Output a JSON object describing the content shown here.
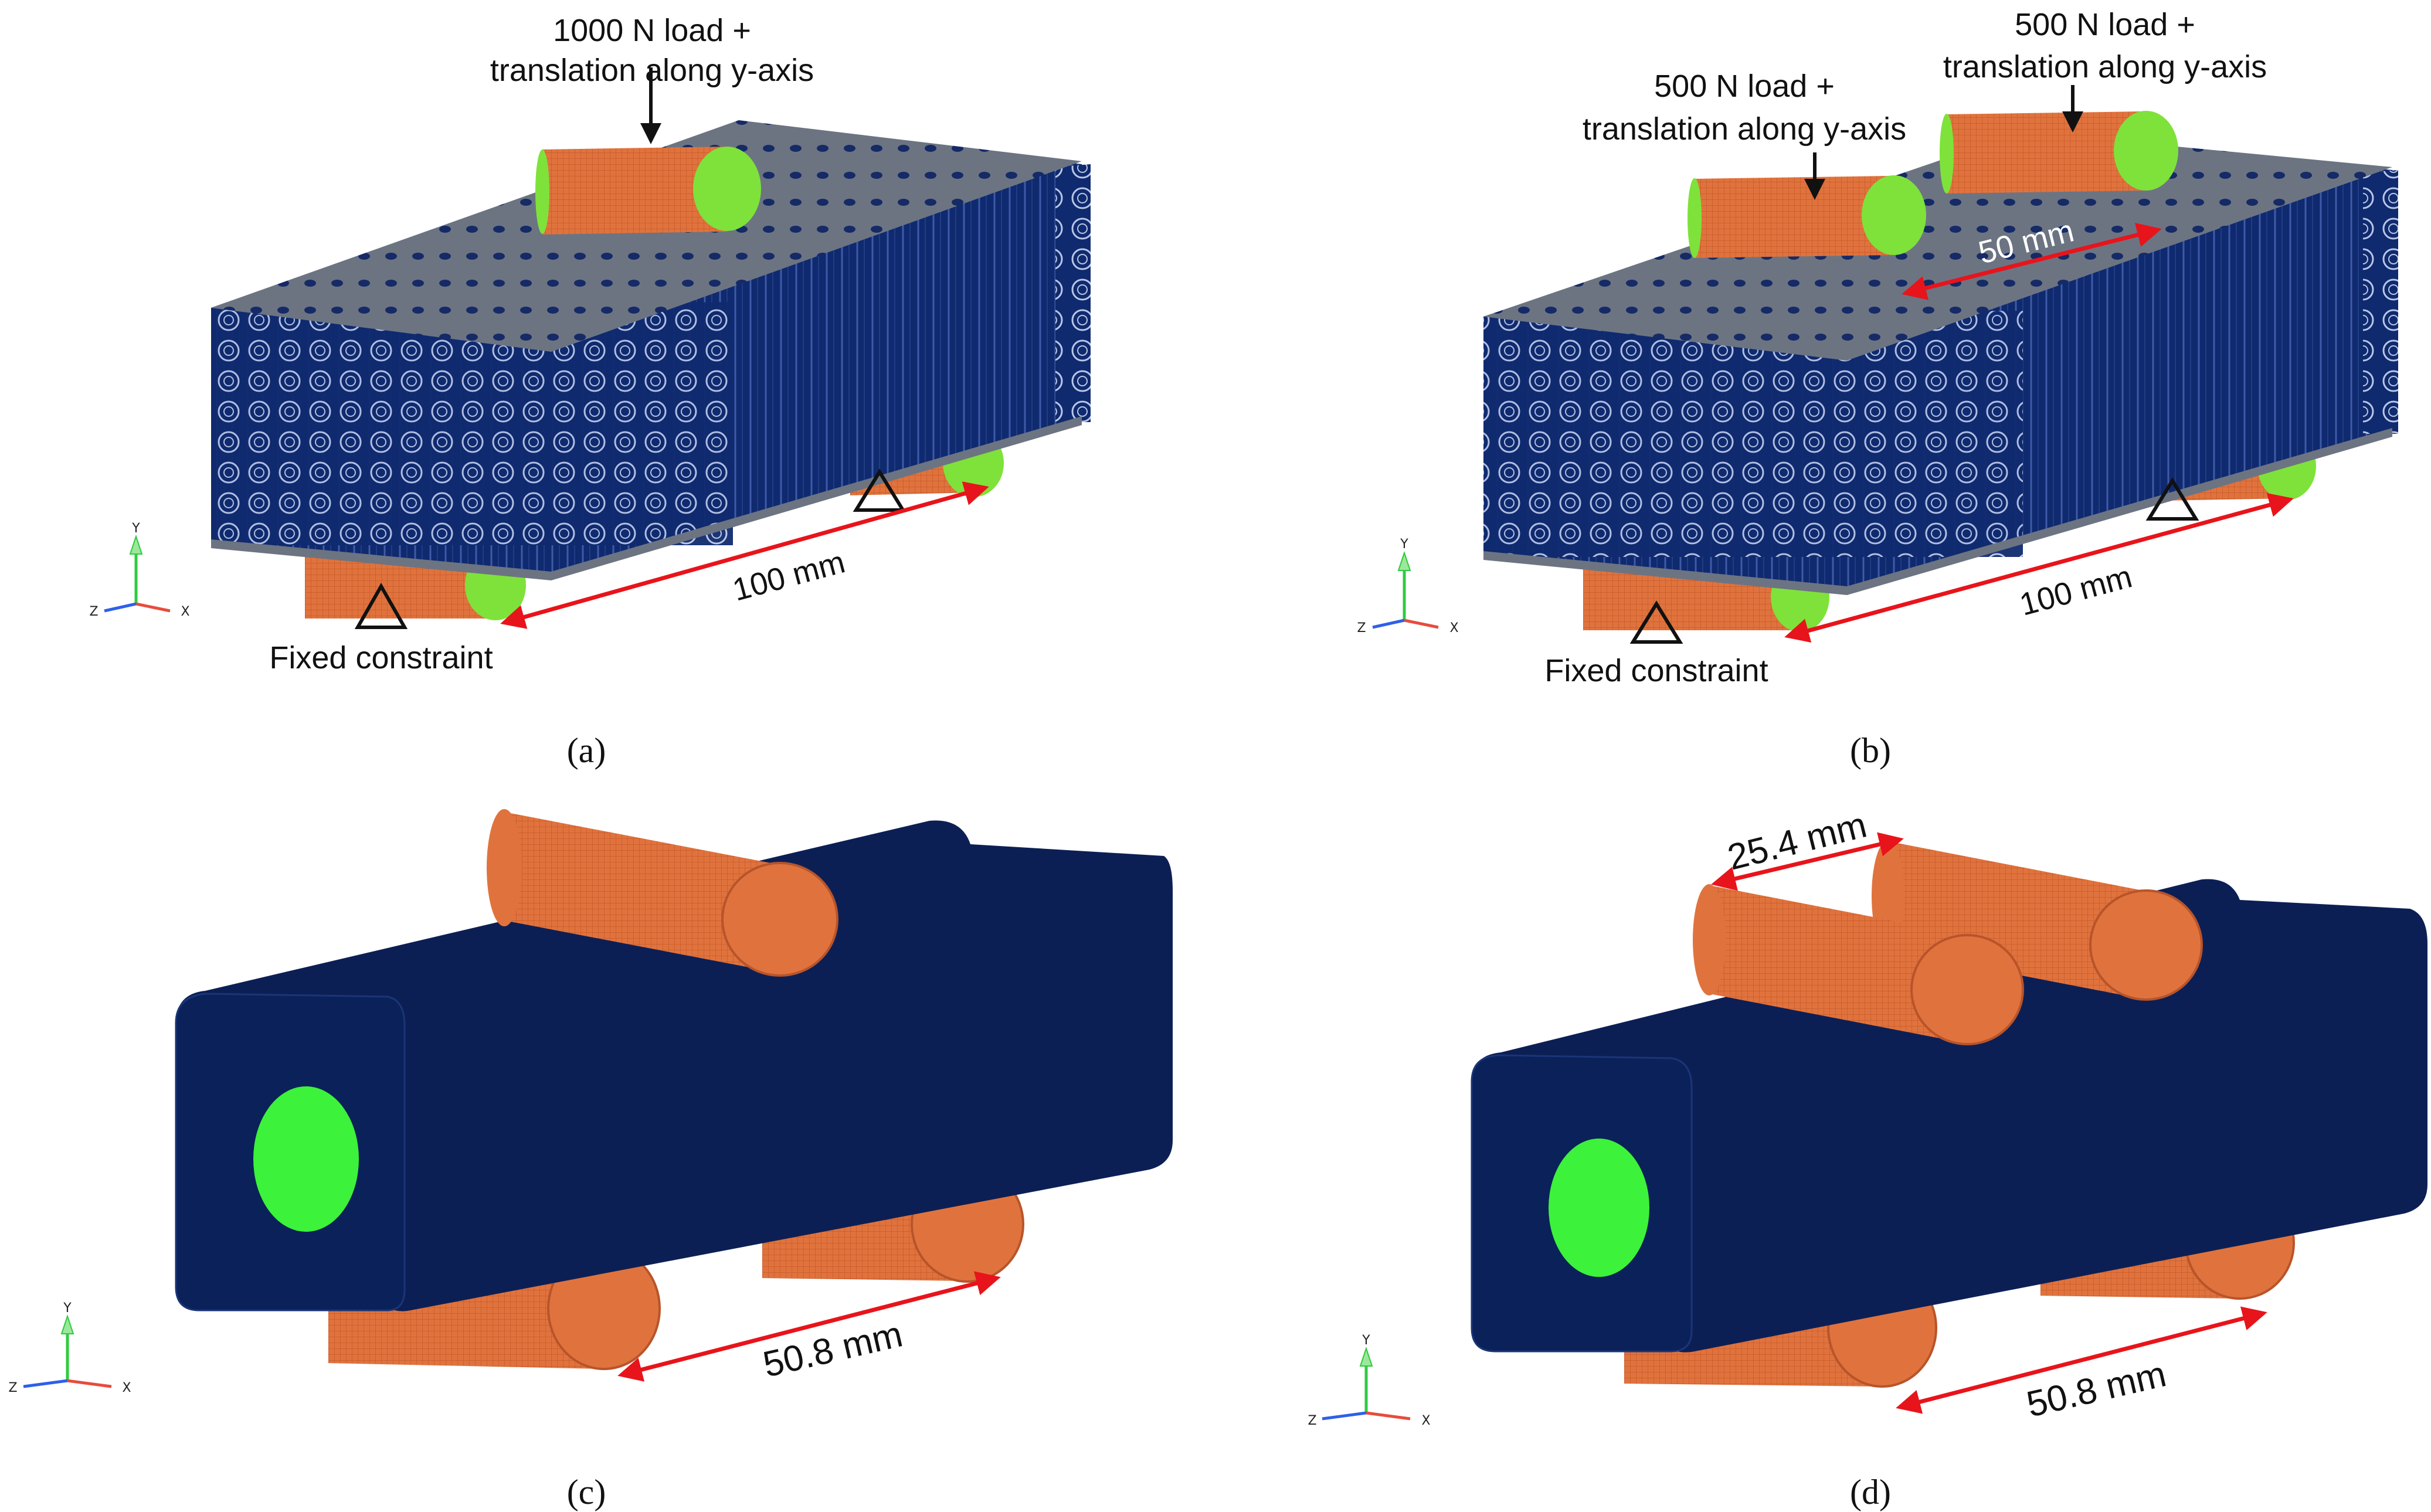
{
  "panel_a": {
    "load_label_line1": "1000 N load +",
    "load_label_line2": "translation along y-axis",
    "span_label": "100 mm",
    "support_label": "Fixed constraint",
    "caption": "(a)"
  },
  "panel_b": {
    "load_left_line1": "500 N load +",
    "load_left_line2": "translation along y-axis",
    "load_right_line1": "500 N load +",
    "load_right_line2": "translation along y-axis",
    "load_spacing_label": "50 mm",
    "span_label": "100 mm",
    "support_label": "Fixed constraint",
    "caption": "(b)"
  },
  "panel_c": {
    "span_label": "50.8 mm",
    "caption": "(c)"
  },
  "panel_d": {
    "load_spacing_label": "25.4 mm",
    "span_label": "50.8 mm",
    "caption": "(d)"
  },
  "triad": {
    "y": "Y",
    "z": "Z",
    "x": "X"
  },
  "colors": {
    "lattice": "#0f2a6e",
    "beam_solid": "#0c1f55",
    "roller": "#e0733d",
    "roller_end": "#7ee23a",
    "green_hole": "#3cf23a",
    "plate": "#6c7482",
    "dimension_arrow": "#e8141b"
  }
}
